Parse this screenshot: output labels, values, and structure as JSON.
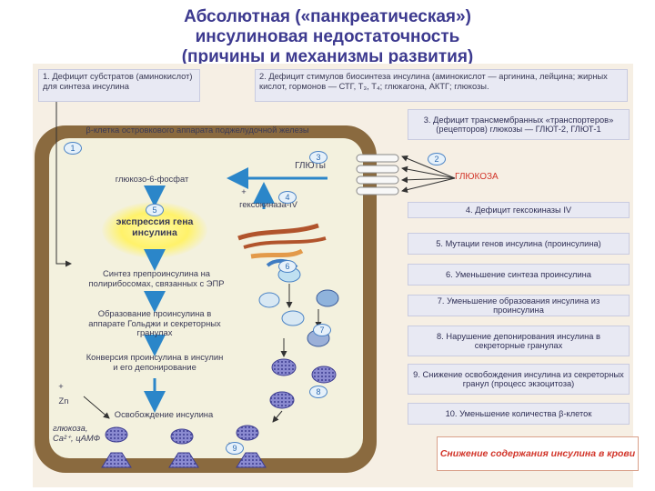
{
  "title": {
    "line1": "Абсолютная («панкреатическая»)",
    "line2": "инсулиновая недостаточность",
    "line3": "(причины и механизмы развития)"
  },
  "top_boxes": {
    "box1": "1. Дефицит субстратов (аминокислот) для синтеза инсулина",
    "box2": "2. Дефицит стимулов биосинтеза инсулина (аминокислот — аргинина, лейцина; жирных кислот, гормонов — СТГ, T₃, T₄; глюкагона, АКТГ; глюкозы."
  },
  "right_boxes": [
    "3. Дефицит трансмембранных «транспортеров» (рецепторов) глюкозы — ГЛЮТ-2, ГЛЮТ-1",
    "4. Дефицит гексокиназы IV",
    "5. Мутации генов инсулина (проинсулина)",
    "6. Уменьшение синтеза проинсулина",
    "7. Уменьшение образования инсулина из проинсулина",
    "8. Нарушение депонирования инсулина в секреторные гранулах",
    "9. Снижение освобождения инсулина из секреторных гранул (процесс экзоцитоза)",
    "10. Уменьшение количества β-клеток"
  ],
  "cell": {
    "header": "β-клетка островкового аппарата поджелудочной железы",
    "glucose6p": "глюкозо-6-фосфат",
    "hexokinase": "гексокиназа-IV",
    "expression": "экспрессия гена инсулина",
    "glut": "ГЛЮТы",
    "glucose": "ГЛЮКОЗА",
    "plus": "+",
    "steps": [
      "Синтез препроинсулина на полирибосомах, связанных с ЭПР",
      "Образование проинсулина в аппарате Гольджи и секреторных гранулах",
      "Конверсия проинсулина в инсулин и его депонирование",
      "Освобождение инсулина"
    ],
    "zn": "Zn",
    "factors": "глюкоза, Ca²⁺, цАМФ",
    "numbers": [
      "1",
      "2",
      "3",
      "4",
      "5",
      "6",
      "7",
      "8",
      "9"
    ]
  },
  "result": "Снижение содержания инсулина в крови",
  "colors": {
    "title": "#3d3a8f",
    "membrane": "#8a6a3f",
    "arrow": "#2b86c9",
    "red": "#d2352a"
  }
}
